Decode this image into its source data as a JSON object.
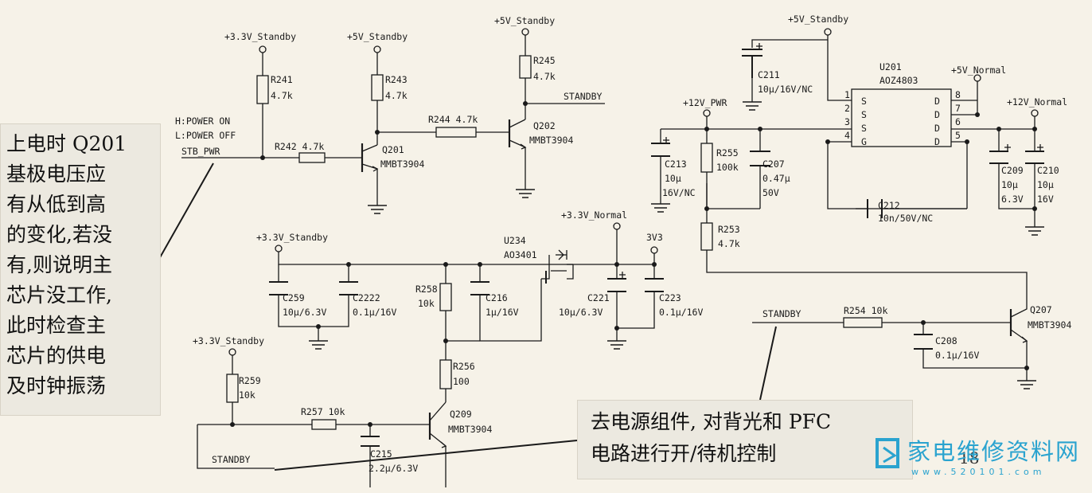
{
  "left_note": {
    "lines": [
      "上电时 Q201",
      "基极电压应",
      "有从低到高",
      "的变化,若没",
      "有,则说明主",
      "芯片没工作,",
      "此时检查主",
      "芯片的供电",
      "及时钟振荡"
    ]
  },
  "bottom_note": {
    "lines": [
      "去电源组件, 对背光和 PFC",
      "电路进行开/待机控制"
    ]
  },
  "page_number": "18",
  "watermark": {
    "logo_text": "家电维修资料网",
    "logo_url": "www.520101.com"
  },
  "colors": {
    "logo": "#2aa3cf",
    "line": "#1a1a1a",
    "paper": "#f6f2e8"
  },
  "labels": {
    "rail_33_standby_1": "+3.3V_Standby",
    "rail_5v_standby_1": "+5V_Standby",
    "rail_5v_standby_2": "+5V_Standby",
    "rail_5v_standby_3": "+5V_Standby",
    "rail_33_standby_2": "+3.3V_Standby",
    "rail_33_standby_3": "+3.3V_Standby",
    "rail_33_normal": "+3.3V_Normal",
    "rail_3v3": "3V3",
    "rail_12v_pwr": "+12V_PWR",
    "rail_5v_normal": "+5V_Normal",
    "rail_12v_normal": "+12V_Normal",
    "r241": "R241",
    "r241_v": "4.7k",
    "r243": "R243",
    "r243_v": "4.7k",
    "r245": "R245",
    "r245_v": "4.7k",
    "r244": "R244 4.7k",
    "r242": "R242 4.7k",
    "h_power_on": "H:POWER ON",
    "l_power_off": "L:POWER OFF",
    "stb_pwr": "STB_PWR",
    "q201": "Q201",
    "q201_p": "MMBT3904",
    "q202": "Q202",
    "q202_p": "MMBT3904",
    "standby_1": "STANDBY",
    "c211": "C211",
    "c211_v": "10μ/16V/NC",
    "u201": "U201",
    "u201_p": "AOZ4803",
    "c213": "C213",
    "c213_v1": "10μ",
    "c213_v2": "16V/NC",
    "r255": "R255",
    "r255_v": "100k",
    "c207": "C207",
    "c207_v1": "0.47μ",
    "c207_v2": "50V",
    "c209": "C209",
    "c209_v1": "10μ",
    "c209_v2": "6.3V",
    "c210": "C210",
    "c210_v1": "10μ",
    "c210_v2": "16V",
    "c212": "C212",
    "c212_v": "10n/50V/NC",
    "r253": "R253",
    "r253_v": "4.7k",
    "u234": "U234",
    "u234_p": "AO3401",
    "c259": "C259",
    "c259_v": "10μ/6.3V",
    "c2222": "C2222",
    "c2222_v": "0.1μ/16V",
    "r258": "R258",
    "r258_v": "10k",
    "c216": "C216",
    "c216_v": "1μ/16V",
    "c221": "C221",
    "c221_v": "10μ/6.3V",
    "c223": "C223",
    "c223_v": "0.1μ/16V",
    "standby_2": "STANDBY",
    "r254": "R254 10k",
    "q207": "Q207",
    "q207_p": "MMBT3904",
    "c208": "C208",
    "c208_v": "0.1μ/16V",
    "r259": "R259",
    "r259_v": "10k",
    "r257": "R257 10k",
    "r256": "R256",
    "r256_v": "100",
    "q209": "Q209",
    "q209_p": "MMBT3904",
    "c215": "C215",
    "c215_v": "2.2μ/6.3V",
    "standby_3": "STANDBY",
    "pin1": "1",
    "pin2": "2",
    "pin3": "3",
    "pin4": "4",
    "pin5": "5",
    "pin6": "6",
    "pin7": "7",
    "pin8": "8",
    "pS1": "S",
    "pS2": "S",
    "pS3": "S",
    "pG4": "G",
    "pD5": "D",
    "pD6": "D",
    "pD7": "D",
    "pD8": "D"
  }
}
